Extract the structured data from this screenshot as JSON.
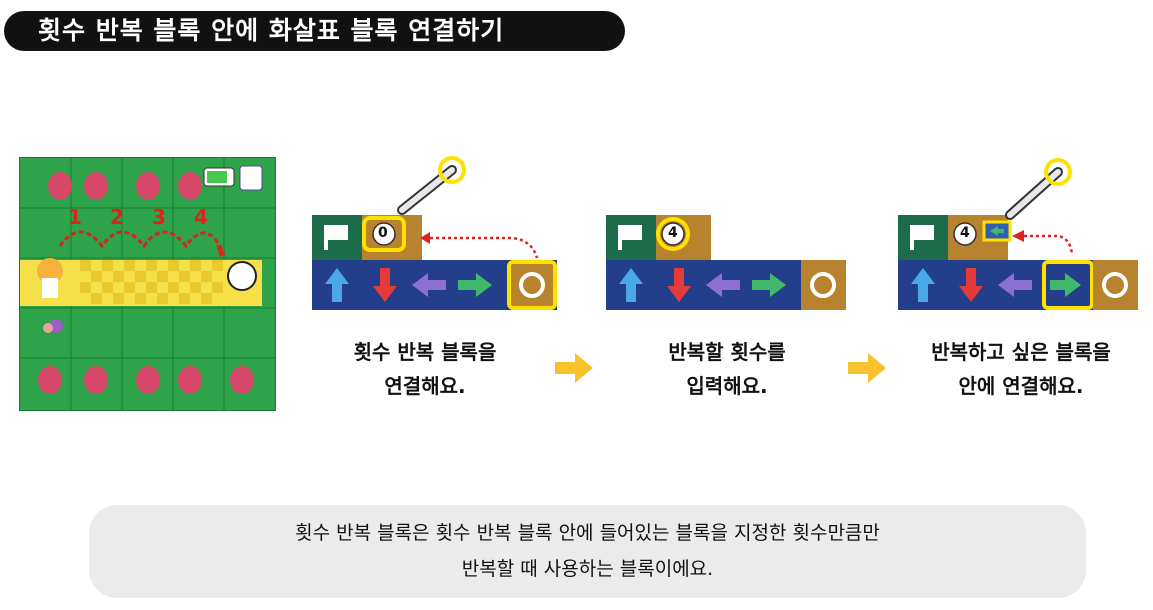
{
  "title": "횟수 반복 블록 안에 화살표 블록 연결하기",
  "game": {
    "steps": [
      "1",
      "2",
      "3",
      "4"
    ]
  },
  "steps": [
    {
      "count": "0",
      "caption_line1": "횟수 반복 블록을",
      "caption_line2": "연결해요."
    },
    {
      "count": "4",
      "caption_line1": "반복할 횟수를",
      "caption_line2": "입력해요."
    },
    {
      "count": "4",
      "caption_line1": "반복하고 싶은 블록을",
      "caption_line2": "안에 연결해요."
    }
  ],
  "description": {
    "line1": "횟수 반복 블록은 횟수 반복 블록 안에 들어있는 블록을 지정한 횟수만큼만",
    "line2": "반복할 때 사용하는 블록이에요."
  },
  "colors": {
    "navy": "#1d3270",
    "teal": "#1c6b4a",
    "brown": "#b8832f",
    "highlight": "#ffe100",
    "next_arrow": "#f7c22d"
  }
}
